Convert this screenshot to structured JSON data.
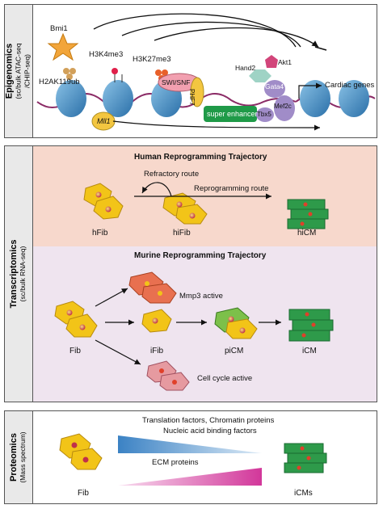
{
  "panels": {
    "epigenomics": {
      "label": "Epigenomics",
      "sublabel_1": "(sc/bulk ATAC-seq",
      "sublabel_2": "/CHIP-seq)",
      "marks": {
        "bmi1": "Bmi1",
        "h2ak119ub": "H2AK119ub",
        "h3k4me3": "H3K4me3",
        "h3k27me3": "H3K27me3",
        "swi_snf": "SWI/SNF",
        "phf7": "PHF7",
        "mll1": "Mll1",
        "super_enhancer": "super enhancer",
        "hand2": "Hand2",
        "akt1": "Akt1",
        "gata4": "Gata4",
        "tbx5": "Tbx5",
        "mef2c": "Mef2c",
        "cardiac_genes": "Cardiac genes"
      }
    },
    "transcriptomics": {
      "label": "Transcriptomics",
      "sublabel": "(sc/bulk RNA-seq)",
      "human": {
        "title": "Human Reprogramming Trajectory",
        "refractory": "Refractory route",
        "reprogramming": "Reprogramming route",
        "cells": [
          "hFib",
          "hiFib",
          "hiCM"
        ]
      },
      "murine": {
        "title": "Murine Reprogramming Trajectory",
        "mmp3": "Mmp3 active",
        "cell_cycle": "Cell cycle active",
        "cells": [
          "Fib",
          "iFib",
          "piCM",
          "iCM"
        ]
      }
    },
    "proteomics": {
      "label": "Proteomics",
      "sublabel": "(Mass spectrum)",
      "up_line_1": "Translation factors, Chromatin proteins",
      "up_line_2": "Nucleic  acid binding factors",
      "down_line": "ECM proteins",
      "cells": [
        "Fib",
        "iCMs"
      ]
    }
  },
  "colors": {
    "nucleosome": "#4a8fc2",
    "dna": "#8b2b66",
    "fib_yellow": "#f2c418",
    "cm_green": "#2e9a4a",
    "human_bg": "#f7d8cc",
    "murine_bg": "#efe4ef",
    "blue_wedge": "#3b82c4",
    "pink_wedge": "#d2379a"
  }
}
